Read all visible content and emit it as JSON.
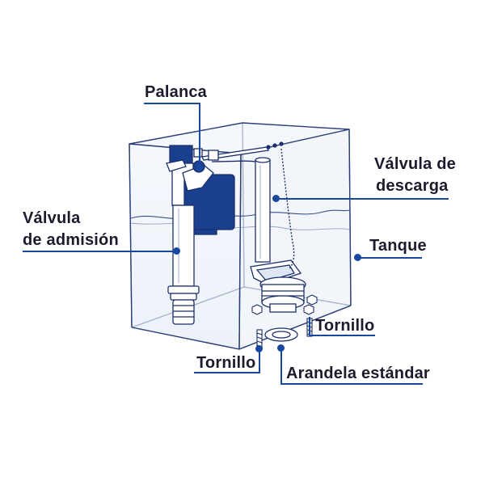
{
  "labels": {
    "palanca": "Palanca",
    "valvula_descarga_1": "Válvula de",
    "valvula_descarga_2": "descarga",
    "valvula_admision_1": "Válvula",
    "valvula_admision_2": "de admisión",
    "tanque": "Tanque",
    "tornillo_right": "Tornillo",
    "tornillo_left": "Tornillo",
    "arandela": "Arandela estándar"
  },
  "colors": {
    "leader": "#17479e",
    "outline": "#1c2f6b",
    "valve_body": "#1a3f8f",
    "text": "#1b1b2e"
  }
}
